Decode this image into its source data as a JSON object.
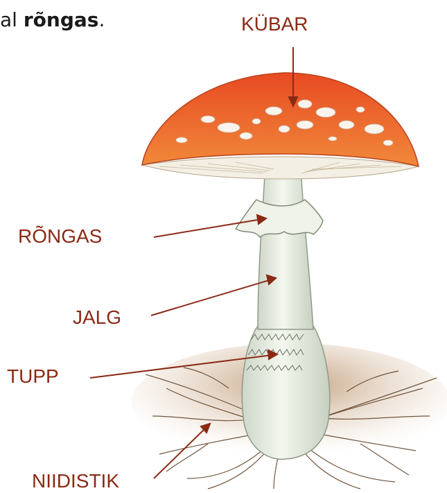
{
  "caption": {
    "prefix": "al ",
    "emphasis": "rõngas",
    "suffix": "."
  },
  "labels": {
    "cap": "KÜBAR",
    "ring": "RÕNGAS",
    "stem": "JALG",
    "volva": "TUPP",
    "mycelium": "NIIDISTIK"
  },
  "colors": {
    "label": "#8a2a14",
    "cap": "#e8502a",
    "stem": "#e8eee2",
    "soil": "#c9a47e",
    "roots": "#5a3a1e"
  }
}
